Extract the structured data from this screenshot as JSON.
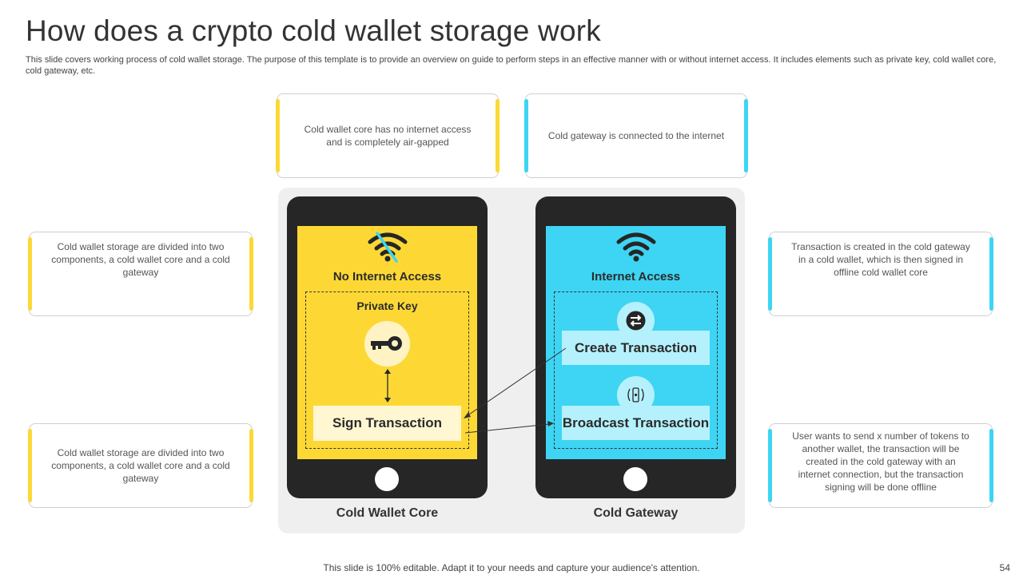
{
  "title": "How does a crypto cold wallet storage work",
  "subtitle": "This slide covers working process of cold wallet storage. The purpose of this template is to provide an overview on guide to perform steps in an effective manner with or without internet access. It includes elements such as private key, cold wallet core, cold gateway, etc.",
  "notes": {
    "top_left": "Cold wallet core has no internet access and is completely air-gapped",
    "top_right": "Cold gateway is connected to the internet",
    "left_top": "Cold wallet storage are divided into two components, a cold wallet core and a cold gateway",
    "left_bottom": "Cold wallet storage are divided into two components, a cold wallet core and a cold gateway",
    "right_top": "Transaction is created in the cold gateway in a cold wallet, which is then signed in offline cold wallet core",
    "right_bottom": "User wants to send x number of tokens to another wallet, the transaction will be created in the cold gateway with an internet connection, but the transaction signing will be done offline"
  },
  "cold_core": {
    "screen_title": "No Internet Access",
    "private_key_label": "Private Key",
    "sign_label": "Sign Transaction",
    "device_label": "Cold Wallet Core",
    "icons": [
      "no-wifi-icon",
      "key-icon",
      "double-arrow-icon"
    ]
  },
  "cold_gateway": {
    "screen_title": "Internet Access",
    "create_label": "Create Transaction",
    "broadcast_label": "Broadcast Transaction",
    "device_label": "Cold Gateway",
    "icons": [
      "wifi-icon",
      "exchange-icon",
      "broadcast-icon"
    ]
  },
  "footer": "This slide is 100% editable. Adapt it to your needs and capture your audience's attention.",
  "page_number": "54",
  "colors": {
    "yellow": "#FDD835",
    "blue": "#3DD5F3",
    "dark": "#262626",
    "key_bg": "#FFF3C4",
    "tx_bg": "#B4F1FC"
  }
}
